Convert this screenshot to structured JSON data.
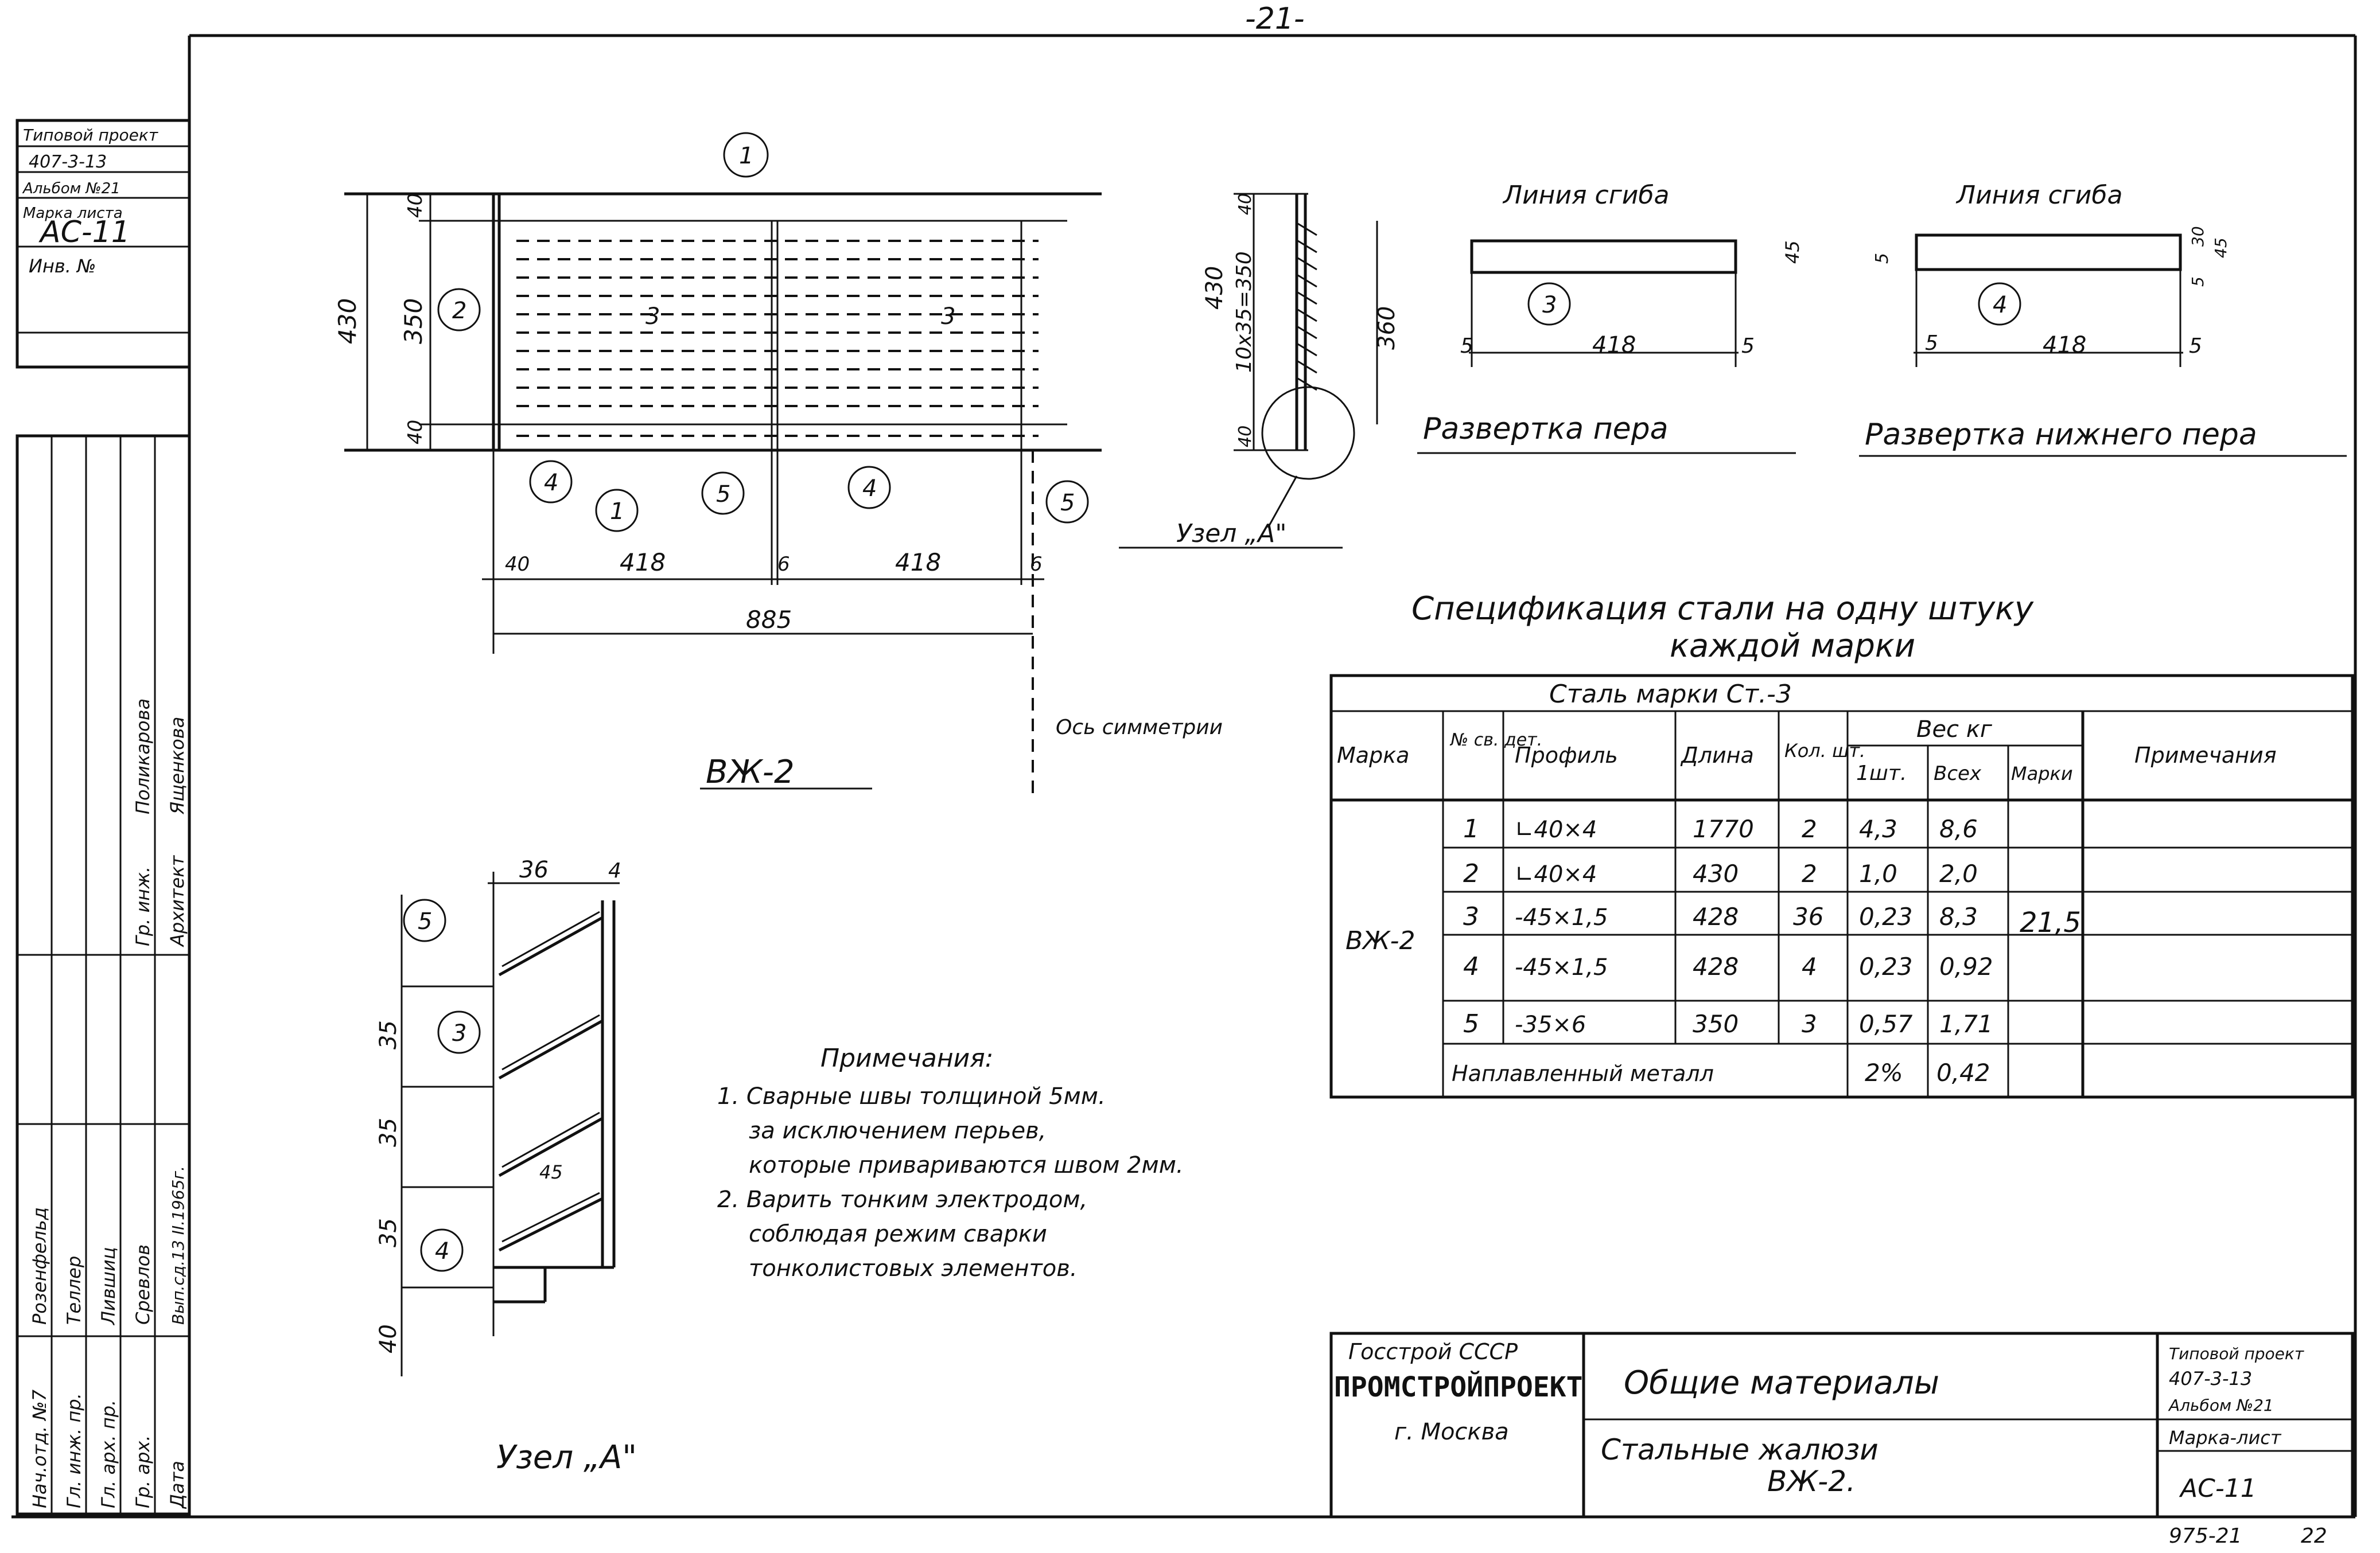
{
  "page_number": "-21-",
  "sheet_footer": {
    "code": "975-21",
    "num": "22"
  },
  "left_margin": {
    "type_project_label": "Типовой проект",
    "type_project_num": "407-3-13",
    "album": "Альбом №21",
    "sheet_mark_label": "Марка листа",
    "sheet_mark": "АС-11",
    "inv_label": "Инв. №",
    "roles": [
      "Нач.отд. №7",
      "Гл. инж. пр.",
      "Гл. арх. пр.",
      "Гр. арх.",
      "Дата"
    ],
    "names": [
      "Розенфельд",
      "Теллер",
      "Лившиц",
      "Сревлов",
      "Вып.сд.13 II.1965г."
    ],
    "roles2": [
      "Гр. инж.",
      "Архитект"
    ],
    "names2": [
      "Поликарова",
      "Ященкова"
    ]
  },
  "main_view": {
    "dims": {
      "h_total": "430",
      "h_mid": "350",
      "h_top": "40",
      "h_bot": "40",
      "w_left": "40",
      "w_p1": "418",
      "w_gap": "6",
      "w_p2": "418",
      "w_right": "6",
      "w_total": "885"
    },
    "callouts": [
      "1",
      "2",
      "3",
      "3",
      "4",
      "1",
      "5",
      "4",
      "5"
    ],
    "mark_label": "ВЖ-2",
    "axis_label": "Ось симметрии"
  },
  "section_view": {
    "dims": {
      "h_total": "430",
      "h_mid": "10x35=350",
      "h_top": "40",
      "h_bot": "40",
      "h_right": "360"
    },
    "node_label": "Узел „А\""
  },
  "unfold_blade": {
    "bend_label": "Линия сгиба",
    "callout": "3",
    "dims": {
      "w": "418",
      "l": "5",
      "r": "5",
      "h": "45"
    },
    "title": "Развертка пера"
  },
  "unfold_lower": {
    "bend_label": "Линия сгиба",
    "callout": "4",
    "dims": {
      "w": "418",
      "l": "5",
      "r": "5",
      "tl": "5",
      "h1": "5",
      "h2": "30",
      "h3": "45"
    },
    "title": "Развертка нижнего пера"
  },
  "spec": {
    "title_line1": "Спецификация стали на одну штуку",
    "title_line2": "каждой марки",
    "steel": "Сталь    марки   Ст.-3",
    "headers": {
      "mark": "Марка",
      "det_no": "№ св. дет.",
      "profile": "Профиль",
      "length": "Длина",
      "qty": "Кол. шт.",
      "weight": "Вес кг",
      "w_one": "1шт.",
      "w_all": "Всех",
      "w_mark": "Марки",
      "notes": "Примечания"
    },
    "mark": "ВЖ-2",
    "mark_weight": "21,5",
    "rows": [
      {
        "n": "1",
        "profile": "∟40×4",
        "length": "1770",
        "qty": "2",
        "w1": "4,3",
        "wall": "8,6"
      },
      {
        "n": "2",
        "profile": "∟40×4",
        "length": "430",
        "qty": "2",
        "w1": "1,0",
        "wall": "2,0"
      },
      {
        "n": "3",
        "profile": "-45×1,5",
        "length": "428",
        "qty": "36",
        "w1": "0,23",
        "wall": "8,3"
      },
      {
        "n": "4",
        "profile": "-45×1,5",
        "length": "428",
        "qty": "4",
        "w1": "0,23",
        "wall": "0,92"
      },
      {
        "n": "5",
        "profile": "-35×6",
        "length": "350",
        "qty": "3",
        "w1": "0,57",
        "wall": "1,71"
      }
    ],
    "deposited": {
      "label": "Наплавленный металл",
      "pct": "2%",
      "w": "0,42"
    }
  },
  "node_detail": {
    "dims": {
      "w1": "36",
      "w2": "4",
      "h1": "35",
      "h2": "35",
      "h3": "35",
      "h4": "40",
      "angle": "45"
    },
    "callouts": [
      "5",
      "3",
      "4"
    ],
    "title": "Узел „А\""
  },
  "notes": {
    "title": "Примечания:",
    "lines": [
      "1. Сварные швы толщиной 5мм.",
      "за исключением перьев,",
      "которые привариваются швом 2мм.",
      "2. Варить тонким электродом,",
      "соблюдая режим сварки",
      "тонколистовых элементов."
    ]
  },
  "title_block": {
    "org1": "Госстрой СССР",
    "org2": "ПРОМСТРОЙПРОЕКТ",
    "city": "г. Москва",
    "title": "Общие материалы",
    "subtitle1": "Стальные жалюзи",
    "subtitle2": "ВЖ-2.",
    "tp_label": "Типовой проект",
    "tp_num": "407-3-13",
    "album": "Альбом №21",
    "sheet_label": "Марка-лист",
    "sheet": "АС-11"
  }
}
